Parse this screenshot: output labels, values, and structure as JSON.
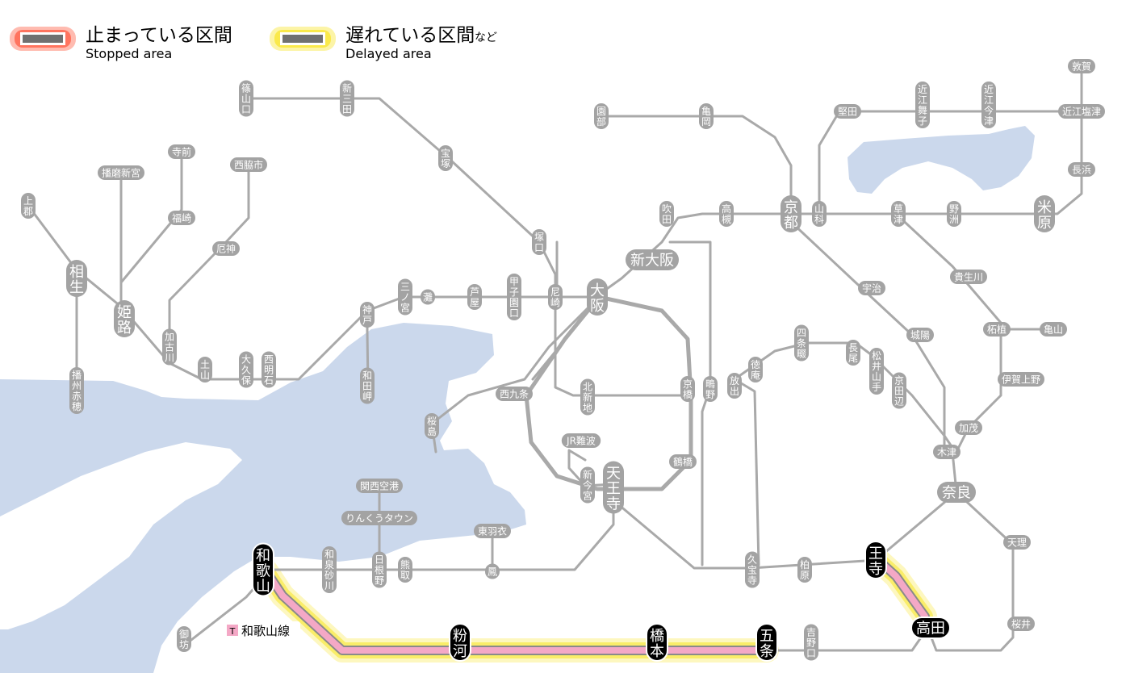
{
  "legend": {
    "stopped": {
      "label": "止まっている区間",
      "sub": "Stopped area"
    },
    "delayed": {
      "label": "遅れている区間",
      "suffix": "など",
      "sub": "Delayed area"
    }
  },
  "line_tag": {
    "code": "T",
    "name": "和歌山線"
  },
  "colors": {
    "sea": "#cbd8ec",
    "track": "#a9a9a9",
    "station_normal": "#a3a3a3",
    "station_affected": "#000000",
    "delay_glow": "#f7e000",
    "stopped_glow": "#ff3b1e",
    "affected_line": "#f4a8c6",
    "line_tag_bg": "#f4a8c6"
  },
  "stations": {
    "sasayamaguchi": "篠山口",
    "shinsanda": "新三田",
    "takarazuka": "宝塚",
    "sonobe": "園部",
    "kameoka": "亀岡",
    "katata": "堅田",
    "omimaiko": "近江舞子",
    "omiimazu": "近江今津",
    "tsuruga": "敦賀",
    "omishiotsu": "近江塩津",
    "nagahama": "長浜",
    "maibara": "米原",
    "yasu": "野洲",
    "kusatsu": "草津",
    "yamashina": "山科",
    "kyoto": "京都",
    "takatsuki": "高槻",
    "suita": "吹田",
    "shinosaka": "新大阪",
    "osaka": "大阪",
    "tsukaguchi": "塚口",
    "amagasaki": "尼崎",
    "koshienguchi": "甲子園口",
    "ashiya": "芦屋",
    "nada": "灘",
    "sannomiya": "三ノ宮",
    "kobe": "神戸",
    "wadamisaki": "和田岬",
    "nishiakashi": "西明石",
    "okubo": "大久保",
    "dobo": "土山",
    "kakogawa": "加古川",
    "yashiro": "厄神",
    "nishiwakishi": "西脇市",
    "teramae": "寺前",
    "fukusaki": "福崎",
    "harimashinmiya": "播磨新宮",
    "himeji": "姫路",
    "aioi": "相生",
    "kamigori": "上郡",
    "banshuako": "播州赤穂",
    "sakurajima": "桜島",
    "nishikujo": "西九条",
    "kitashinchi": "北新地",
    "kyobashi": "京橋",
    "shigino": "鴫野",
    "hanaten": "放出",
    "tsuruhashi": "鶴橋",
    "jrnamba": "JR難波",
    "shinimamiya": "新今宮",
    "tennoji": "天王寺",
    "kansaiairport": "関西空港",
    "rinkutown": "りんくうタウン",
    "hineno": "日根野",
    "kumatori": "熊取",
    "izumisunagawa": "和泉砂川",
    "wakayama": "和歌山",
    "gobo": "御坊",
    "higashihagoromo": "東羽衣",
    "otori": "鳳",
    "kyuhoji": "久宝寺",
    "kashiwara": "柏原",
    "oji": "王寺",
    "takada": "高田",
    "gojo": "五条",
    "hashimoto": "橋本",
    "kokawa": "粉河",
    "yoshinoguchi": "吉野口",
    "nara": "奈良",
    "tenri": "天理",
    "sakurai": "桜井",
    "kizu": "木津",
    "kamo": "加茂",
    "igaueno": "伊賀上野",
    "tsuge": "柘植",
    "kameyama": "亀山",
    "kibukawa": "貴生川",
    "joyo": "城陽",
    "uji": "宇治",
    "shijonawate": "四条畷",
    "tokuan": "徳庵",
    "nagao": "長尾",
    "matsuiyamate": "松井山手",
    "kyotanabe": "京田辺"
  }
}
